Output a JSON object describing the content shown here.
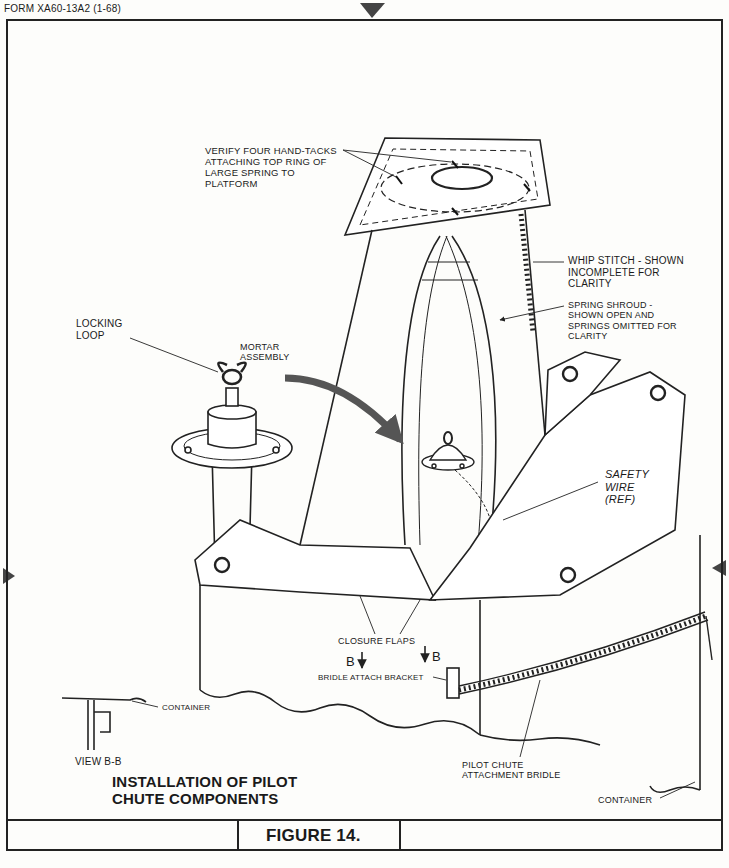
{
  "diagram": {
    "title": "INSTALLATION OF PILOT CHUTE COMPONENTS",
    "caption": "FIGURE 14.",
    "labels": [
      "FORM XA60-13A2 (1-68)",
      "VERIFY FOUR HAND-TACKS ATTACHING TOP RING OF LARGE SPRING TO PLATFORM",
      "WHIP STITCH - SHOWN INCOMPLETE FOR CLARITY",
      "SPRING SHROUD - SHOWN OPEN AND SPRINGS OMITTED FOR CLARITY",
      "MORTAR ASSEMBLY",
      "LOCKING LOOP",
      "SAFETY WIRE (REF)",
      "CLOSURE FLAPS",
      "B",
      "B",
      "BRIDLE ATTACH BRACKET",
      "CONTAINER",
      "VIEW B-B",
      "PILOT CHUTE ATTACHMENT BRIDLE",
      "CONTAINER"
    ]
  }
}
